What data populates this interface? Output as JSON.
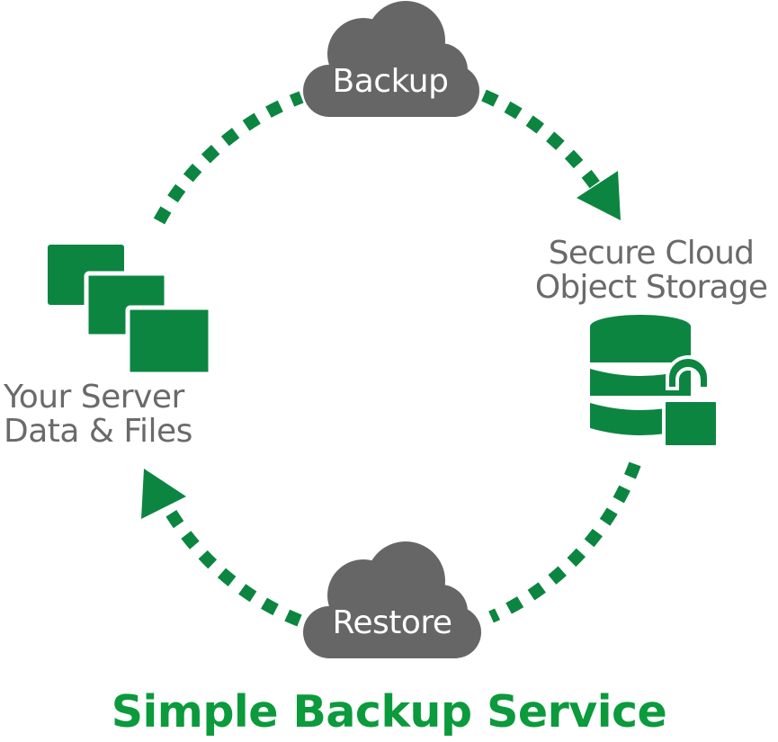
{
  "title": "Simple Backup Service",
  "nodes": {
    "source": {
      "icon": "server-files-icon",
      "lines": [
        "Your Server",
        "Data & Files"
      ]
    },
    "storage": {
      "icon": "database-lock-icon",
      "lines": [
        "Secure Cloud",
        "Object Storage"
      ]
    },
    "backup": {
      "icon": "cloud-icon",
      "label": "Backup"
    },
    "restore": {
      "icon": "cloud-icon",
      "label": "Restore"
    }
  },
  "flows": [
    {
      "from": "source",
      "via": "backup",
      "to": "storage",
      "direction": "clockwise"
    },
    {
      "from": "storage",
      "via": "restore",
      "to": "source",
      "direction": "clockwise"
    }
  ],
  "colors": {
    "green": "#0c8541",
    "title_green": "#0b9a3c",
    "cloud_gray": "#666666",
    "text_gray": "#6a6a6a"
  }
}
